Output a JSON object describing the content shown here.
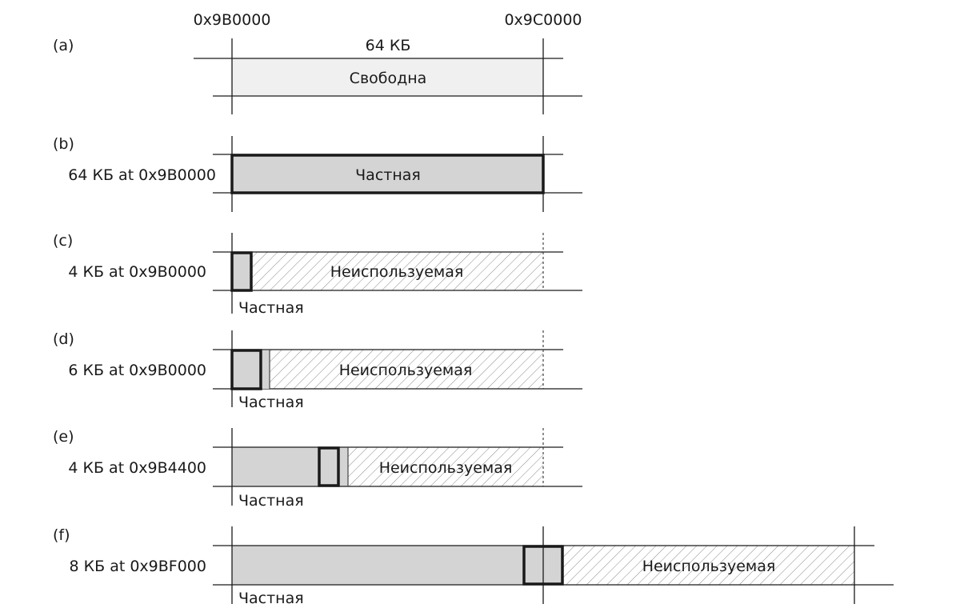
{
  "addresses": {
    "start": "0x9B0000",
    "end": "0x9C0000"
  },
  "size_label": "64 КБ",
  "rows": [
    {
      "tag": "(a)",
      "label": "",
      "region": "Свободна",
      "private_label": ""
    },
    {
      "tag": "(b)",
      "label": "64 КБ at 0x9B0000",
      "region": "Частная",
      "private_label": ""
    },
    {
      "tag": "(c)",
      "label": "4 КБ at 0x9B0000",
      "region": "Неиспользуемая",
      "private_label": "Частная"
    },
    {
      "tag": "(d)",
      "label": "6 КБ at 0x9B0000",
      "region": "Неиспользуемая",
      "private_label": "Частная"
    },
    {
      "tag": "(e)",
      "label": "4 КБ at 0x9B4400",
      "region": "Неиспользуемая",
      "private_label": "Частная"
    },
    {
      "tag": "(f)",
      "label": "8 КБ at 0x9BF000",
      "region": "Неиспользуемая",
      "private_label": "Частная"
    }
  ]
}
